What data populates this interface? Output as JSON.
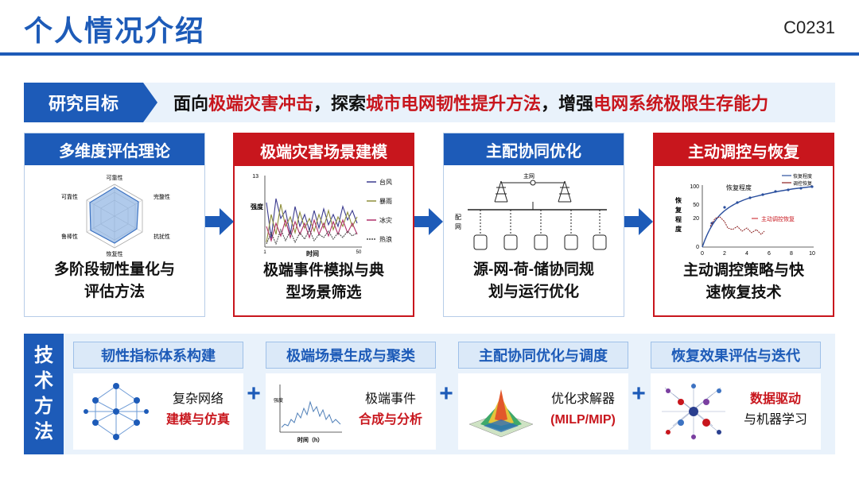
{
  "header": {
    "title": "个人情况介绍",
    "code": "C0231"
  },
  "goal": {
    "tag": "研究目标",
    "parts": [
      "面向",
      "极端灾害冲击",
      "，探索",
      "城市电网韧性提升方法",
      "，增强",
      "电网系统极限生存能力"
    ]
  },
  "cards": [
    {
      "title": "多维度评估理论",
      "text_line1": "多阶段韧性量化与",
      "text_line2": "评估方法",
      "radar_labels": [
        "可靠性",
        "完整性",
        "抗扰性",
        "恢复性",
        "鲁棒性",
        "可靠性"
      ]
    },
    {
      "title": "极端灾害场景建模",
      "text_line1": "极端事件模拟与典",
      "text_line2": "型场景筛选",
      "y_max": "13",
      "x_min": "1",
      "x_max": "50",
      "ylabel": "强度",
      "xlabel": "时间",
      "legend": [
        "台风",
        "暴雨",
        "冰灾",
        "热浪"
      ]
    },
    {
      "title": "主配协同优化",
      "text_line1": "源-网-荷-储协同规",
      "text_line2": "划与运行优化",
      "main_label": "主网",
      "dist_label_1": "配",
      "dist_label_2": "网"
    },
    {
      "title": "主动调控与恢复",
      "text_line1": "主动调控策略与快",
      "text_line2": "速恢复技术",
      "ylabel_1": "恢",
      "ylabel_2": "复",
      "ylabel_3": "程",
      "ylabel_4": "度",
      "legend": [
        "恢复程度",
        "调控恢复"
      ],
      "annot_1": "恢复程度",
      "annot_2": "主动调控恢复",
      "y_ticks": [
        "100",
        "50",
        "20",
        "0"
      ],
      "x_ticks": [
        "0",
        "2",
        "4",
        "6",
        "8",
        "10"
      ]
    }
  ],
  "methods": {
    "tag": [
      "技",
      "术",
      "方",
      "法"
    ],
    "items": [
      {
        "title": "韧性指标体系构建",
        "line1": "复杂网络",
        "line2": "建模与仿真"
      },
      {
        "title": "极端场景生成与聚类",
        "line1": "极端事件",
        "line2": "合成与分析",
        "fig_ylabel": "强度",
        "fig_xlabel": "时间（h）"
      },
      {
        "title": "主配协同优化与调度",
        "line1": "优化求解器",
        "line2": "(MILP/MIP)"
      },
      {
        "title": "恢复效果评估与迭代",
        "line1": "数据驱动",
        "line2": "与机器学习"
      }
    ]
  },
  "colors": {
    "primary": "#1d5bb8",
    "accent": "#c8161d",
    "light": "#e9f2fb"
  }
}
